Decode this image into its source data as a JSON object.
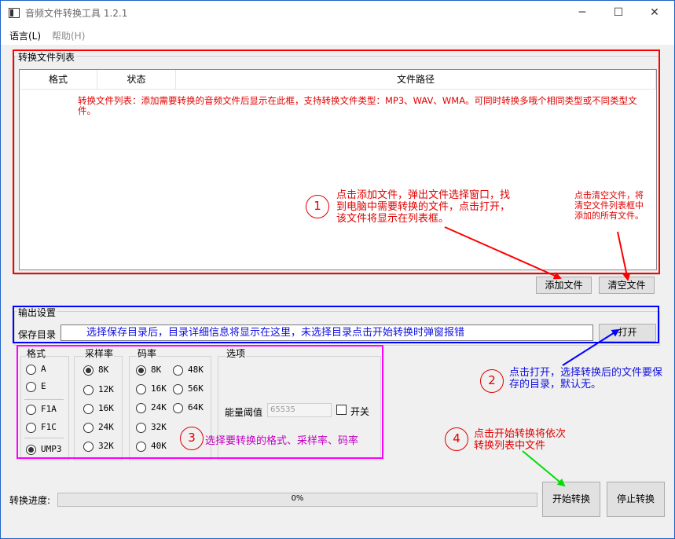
{
  "window": {
    "title": "音频文件转换工具 1.2.1",
    "controls": {
      "minimize": "─",
      "maximize": "☐",
      "close": "✕"
    }
  },
  "menu": {
    "language": "语言(L)",
    "help": "帮助(H)"
  },
  "file_list": {
    "group_title": "转换文件列表",
    "columns": [
      "格式",
      "状态",
      "文件路径"
    ],
    "hint": "转换文件列表：添加需要转换的音频文件后显示在此框，支持转换文件类型：MP3、WAV、WMA。可同时转换多哦个相同类型或不同类型文件。"
  },
  "buttons": {
    "add_file": "添加文件",
    "clear_file": "清空文件",
    "open": "打开",
    "start": "开始转换",
    "stop": "停止转换"
  },
  "output": {
    "group_title": "输出设置",
    "save_dir_label": "保存目录",
    "save_dir_value": "选择保存目录后，目录详细信息将显示在这里，未选择目录点击开始转换时弹窗报错"
  },
  "format": {
    "title": "格式",
    "options": [
      {
        "label": "A",
        "checked": false
      },
      {
        "label": "E",
        "checked": false
      },
      {
        "label": "F1A",
        "checked": false
      },
      {
        "label": "F1C",
        "checked": false
      },
      {
        "label": "UMP3",
        "checked": true
      }
    ]
  },
  "sample_rate": {
    "title": "采样率",
    "options": [
      {
        "label": "8K",
        "checked": true
      },
      {
        "label": "12K",
        "checked": false
      },
      {
        "label": "16K",
        "checked": false
      },
      {
        "label": "24K",
        "checked": false
      },
      {
        "label": "32K",
        "checked": false
      }
    ]
  },
  "bit_rate": {
    "title": "码率",
    "options": [
      {
        "label": "8K",
        "checked": true
      },
      {
        "label": "16K",
        "checked": false
      },
      {
        "label": "24K",
        "checked": false
      },
      {
        "label": "32K",
        "checked": false
      },
      {
        "label": "40K",
        "checked": false
      },
      {
        "label": "48K",
        "checked": false
      },
      {
        "label": "56K",
        "checked": false
      },
      {
        "label": "64K",
        "checked": false
      }
    ]
  },
  "options": {
    "title": "选项",
    "energy_label": "能量阈值",
    "energy_value": "65535",
    "switch_label": "开关",
    "switch_checked": false
  },
  "progress": {
    "label": "转换进度:",
    "percent": 0,
    "text": "0%"
  },
  "annotations": {
    "n1": "1",
    "a1": "点击添加文件，弹出文件选择窗口，找到电脑中需要转换的文件，点击打开，该文件将显示在列表框。",
    "clear": "点击清空文件，将清空文件列表框中添加的所有文件。",
    "n2": "2",
    "a2": "点击打开，选择转换后的文件要保存的目录，默认无。",
    "n3": "3",
    "a3": "选择要转换的格式、采样率、码率",
    "n4": "4",
    "a4": "点击开始转换将依次转换列表中文件"
  },
  "colors": {
    "annot_red": "#e00000",
    "annot_blue": "#1010e0",
    "annot_magenta": "#c000c0",
    "annot_green": "#00cc00",
    "box_red": "#ff0000",
    "box_blue": "#0000ff",
    "box_magenta": "#ff00ff"
  }
}
